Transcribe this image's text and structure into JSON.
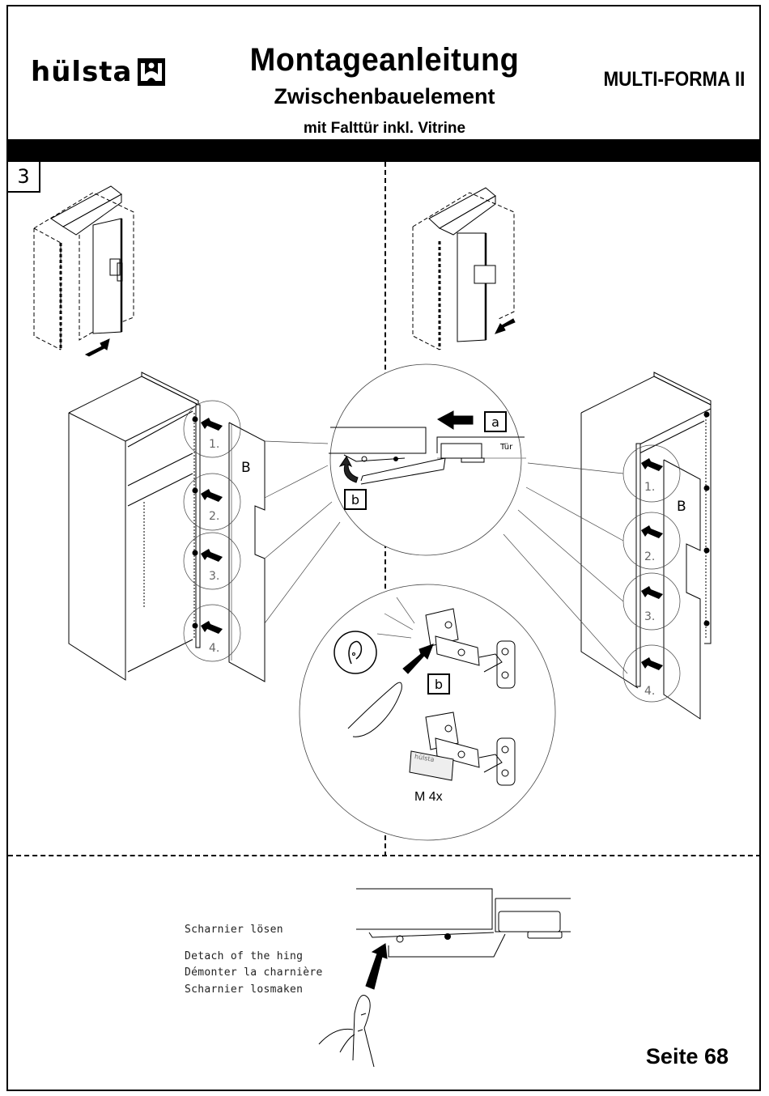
{
  "header": {
    "brand": "hülsta",
    "brand_icon": "hulsta-logo-icon",
    "title": "Montageanleitung",
    "subtitle": "Zwischenbauelement",
    "description": "mit Falttür inkl. Vitrine",
    "product": "MULTI-FORMA II"
  },
  "step": {
    "number": "3"
  },
  "figures": {
    "left_cabinet_panel_label": "B",
    "right_cabinet_panel_label": "B",
    "hinge_numbers": [
      "1.",
      "2.",
      "3.",
      "4."
    ],
    "detail_labels": {
      "a": "a",
      "b": "b",
      "door": "Tür",
      "b2": "b",
      "hinge_marker": "hülsta",
      "quantity": "M 4x"
    },
    "icons": [
      "ear-icon",
      "pointing-hand-icon",
      "push-arrow-icon"
    ]
  },
  "bottom": {
    "instructions": [
      "Scharnier lösen",
      "Detach of the hing",
      "Démonter la charnière",
      "Scharnier losmaken"
    ]
  },
  "footer": {
    "page": "Seite 68"
  }
}
